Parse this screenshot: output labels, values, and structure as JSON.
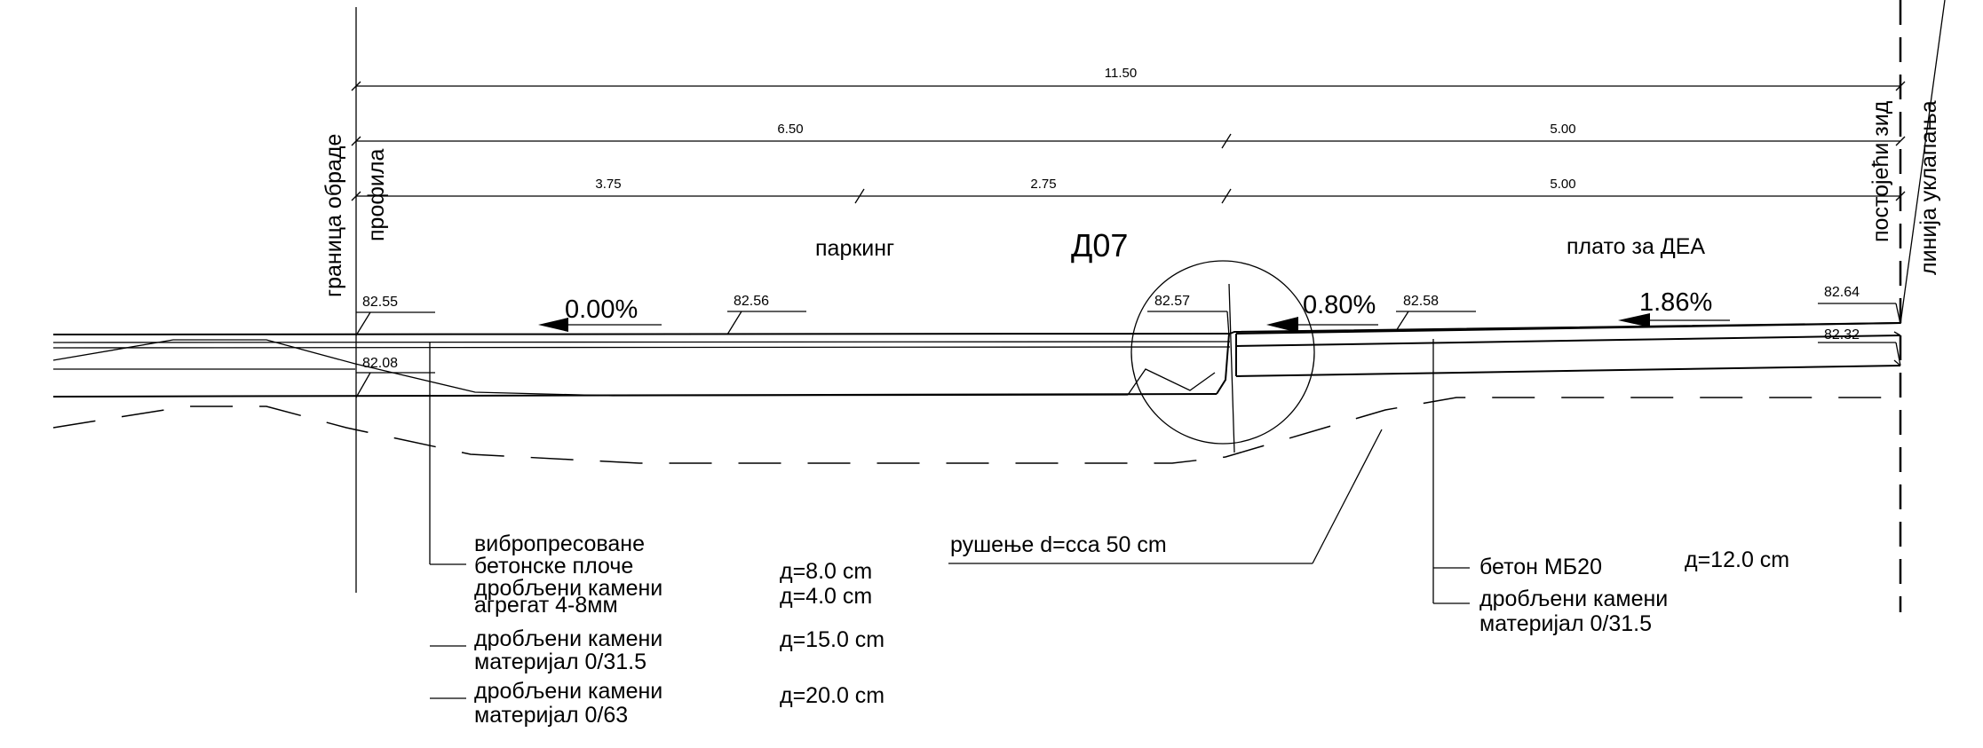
{
  "detail_mark": "Д07",
  "dimensions": {
    "overall": "11.50",
    "row2_left": "6.50",
    "row2_right": "5.00",
    "row3_a": "3.75",
    "row3_b": "2.75",
    "row3_c": "5.00"
  },
  "zone_labels": {
    "parking": "паркинг",
    "plateau": "плато за ДЕА"
  },
  "vertical_labels": {
    "boundary_line1": "граница обраде",
    "boundary_line2": "профила",
    "existing_wall": "постојећи зид",
    "fit_line": "линија уклапања"
  },
  "slopes": {
    "parking": "0.00%",
    "middle": "0.80%",
    "plateau": "1.86%"
  },
  "levels": {
    "left_top": "82.55",
    "left_bottom": "82.08",
    "parking_mid": "82.56",
    "detail": "82.57",
    "plateau_start": "82.58",
    "right_top": "82.64",
    "right_bottom": "82.32"
  },
  "layers_left": [
    {
      "name_lines": [
        "вибропресоване",
        "бетонске плоче"
      ],
      "thickness": "д=8.0 cm"
    },
    {
      "name_lines": [
        "дробљени камени",
        "агрегат 4-8мм"
      ],
      "thickness": "д=4.0 cm"
    },
    {
      "name_lines": [
        "дробљени камени",
        "материјал 0/31.5"
      ],
      "thickness": "д=15.0 cm"
    },
    {
      "name_lines": [
        "дробљени камени",
        "материјал 0/63"
      ],
      "thickness": "д=20.0 cm"
    }
  ],
  "demolition_note": "рушење d=cca 50 cm",
  "layers_right": [
    {
      "name_lines": [
        "бетон МБ20"
      ],
      "thickness": "д=12.0 cm"
    },
    {
      "name_lines": [
        "дробљени камени",
        "материјал 0/31.5"
      ],
      "thickness": ""
    }
  ]
}
